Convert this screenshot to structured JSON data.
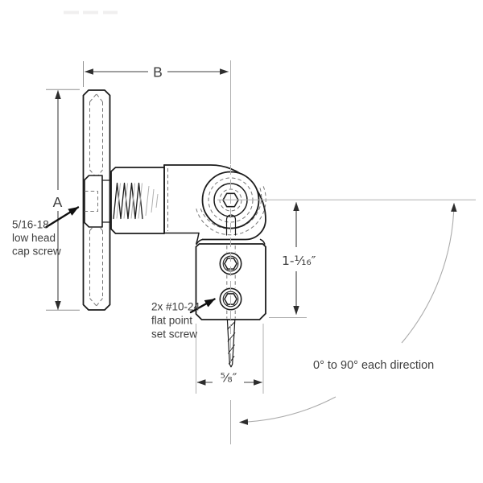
{
  "drawing": {
    "dims": {
      "a": "A",
      "b": "B",
      "height": "1-¹⁄₁₆″",
      "width": "⁵⁄₈″"
    },
    "notes": {
      "rotation": "0° to 90° each direction",
      "cap_screw": {
        "lines": [
          "5/16-18",
          "low head",
          "cap screw"
        ]
      },
      "set_screw": {
        "lines": [
          "2x #10-24",
          "flat point",
          "set screw"
        ]
      }
    },
    "colors": {
      "outline": "#1c1c1c",
      "hidden_line": "#777777",
      "centerline": "#b0b0b0",
      "dimension": "#3f3f3f",
      "text": "#3e3e3e",
      "background": "#ffffff"
    }
  }
}
